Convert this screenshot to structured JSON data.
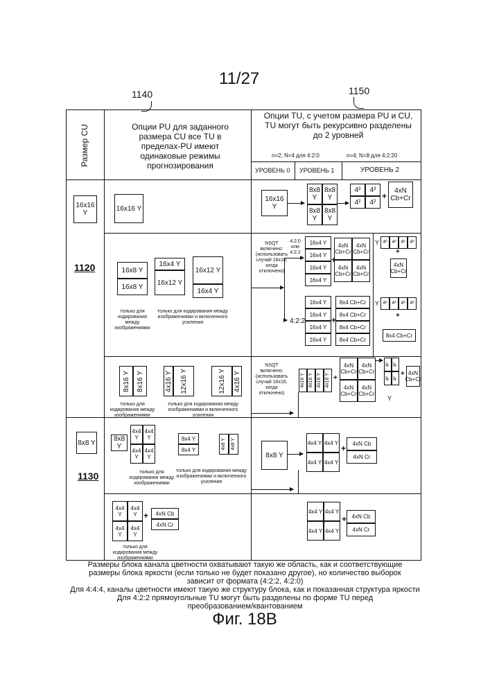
{
  "page_number": "11/27",
  "ref_left": "1140",
  "ref_right": "1150",
  "col_cu_header": "Размер CU",
  "col_pu_header": "Опции PU для заданного размера CU  все TU в пределах-PU имеют одинаковые режимы прогнозирования",
  "col_tu_header": "Опции TU, с учетом размера PU и CU, TU могут быть рекурсивно разделены до 2 уровней",
  "tu_sub_left": "n=2; N=4 для 4:2:0",
  "tu_sub_right": "n=4; N=8 для 4:2:20",
  "level0": "УРОВЕНЬ 0",
  "level1": "УРОВЕНЬ 1",
  "level2": "УРОВЕНЬ 2",
  "ref_1120": "1120",
  "ref_1130": "1130",
  "cu16": "16x16 Y",
  "cu8": "8x8 Y",
  "r1": {
    "pu": "16x16 Y",
    "l0": "16x16 Y",
    "l1": [
      "8x8 Y",
      "8x8 Y",
      "8x8 Y",
      "8x8 Y"
    ],
    "l2_sq": "4²",
    "l2_right": "4xN Cb+Cr"
  },
  "r2": {
    "pu_a": [
      "16x8 Y",
      "16x8 Y"
    ],
    "pu_b": [
      "16x4 Y",
      "16x12 Y"
    ],
    "pu_c": [
      "16x12 Y",
      "16x4 Y"
    ],
    "note_a": "только для кодирования между изображениями",
    "note_b": "только для кодирования между изображениями и включенного усиления",
    "nsqt_label": "NSQT включено: (использовать случай 16x16, когда отключено)",
    "fmt_top": "4:2:0 или 4:2:2",
    "fmt_bottom": "4:2:2",
    "stack": [
      "16x4 Y",
      "16x4 Y",
      "16x4 Y",
      "16x4 Y"
    ],
    "cbcr_top": [
      "4xN Cb+Cr",
      "4xN Cb+Cr",
      "4xN Cb+Cr",
      "4xN Cb+Cr"
    ],
    "cbcr_bot": [
      "8x4 Cb+Cr",
      "8x4 Cb+Cr",
      "8x4 Cb+Cr",
      "8x4 Cb+Cr"
    ],
    "l2_y": "Y",
    "l2_sq": "4²",
    "l2_top": "4xN Cb+Cr",
    "l2_bot": "8x4 Cb+Cr"
  },
  "r3": {
    "pu_a": [
      "8x16 Y",
      "8x16 Y"
    ],
    "pu_b": [
      "4x16 Y",
      "12x16 Y"
    ],
    "pu_c": [
      "12x16 Y",
      "4x16 Y"
    ],
    "note_a": "только для кодирования между изображениями",
    "note_b": "только для кодирования между изображениями и включенного усиления",
    "nsqt_label": "NSQT включено: (использовать случай 16x16, когда отключено)",
    "stack": [
      "4x16 Y",
      "4x16 Y",
      "4x16 Y",
      "4x16 Y"
    ],
    "cbcr": [
      "4xN Cb+Cr",
      "4xN Cb+Cr",
      "4xN Cb+Cr",
      "4xN Cb+Cr"
    ],
    "l2_sq": "4²",
    "l2_right": "4xN Cb+Cr",
    "l2_y": "Y"
  },
  "r4": {
    "pu_single": "8x8 Y",
    "pu_quad": [
      "4x4 Y",
      "4x4 Y",
      "4x4 Y",
      "4x4 Y"
    ],
    "pu_b": [
      "8x4 Y",
      "8x4 Y"
    ],
    "pu_c": [
      "4x8 Y",
      "4x8 Y"
    ],
    "note_a": "только для кодирования между изображениями",
    "note_b": "только для кодирования между изображениями и включенного усиления",
    "l0": "8x8 Y",
    "l1": [
      "4x4 Y",
      "4x4 Y",
      "4x4 Y",
      "4x4 Y"
    ],
    "cbcr": [
      "4xN Cb",
      "4xN Cr"
    ]
  },
  "r5": {
    "pu_quad": [
      "4x4 Y",
      "4x4 Y",
      "4x4 Y",
      "4x4 Y"
    ],
    "pu_cbcr": [
      "4xN Cb",
      "4xN Cr"
    ],
    "note": "только для кодирования между изображениями",
    "l1": [
      "4x4 Y",
      "4x4 Y",
      "4x4 Y",
      "4x4 Y"
    ],
    "cbcr": [
      "4xN Cb",
      "4xN Cr"
    ]
  },
  "footer": [
    "Размеры блока канала цветности охватывают такую же область, как и соответствующие",
    "размеры блока яркости (если только не будет показано другое), но количество выборок",
    "зависит от формата (4:2:2, 4:2:0)",
    "Для 4:4:4, каналы цветности имеют такую же структуру блока, как и показанная структура яркости",
    "Для 4:2:2 прямоугольные TU могут быть разделены по форме TU перед",
    "преобразованием/квантованием"
  ],
  "figure_caption": "Фиг. 18В"
}
